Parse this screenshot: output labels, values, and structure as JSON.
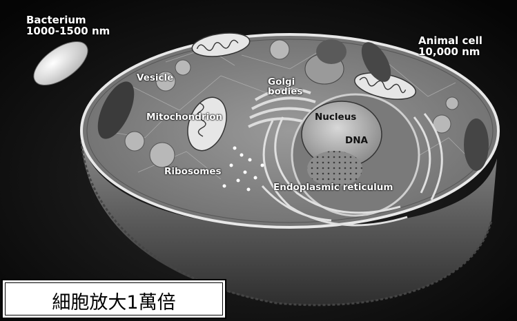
{
  "labels": {
    "bacterium_title": "Bacterium",
    "bacterium_size": "1000-1500 nm",
    "animal_title": "Animal cell",
    "animal_size": "10,000 nm",
    "vesicle": "Vesicle",
    "golgi_1": "Golgi",
    "golgi_2": "bodies",
    "mitochondrion": "Mitochondrion",
    "nucleus": "Nucleus",
    "dna": "DNA",
    "ribosomes": "Ribosomes",
    "er": "Endoplasmic reticulum"
  },
  "caption": "細胞放大1萬倍"
}
